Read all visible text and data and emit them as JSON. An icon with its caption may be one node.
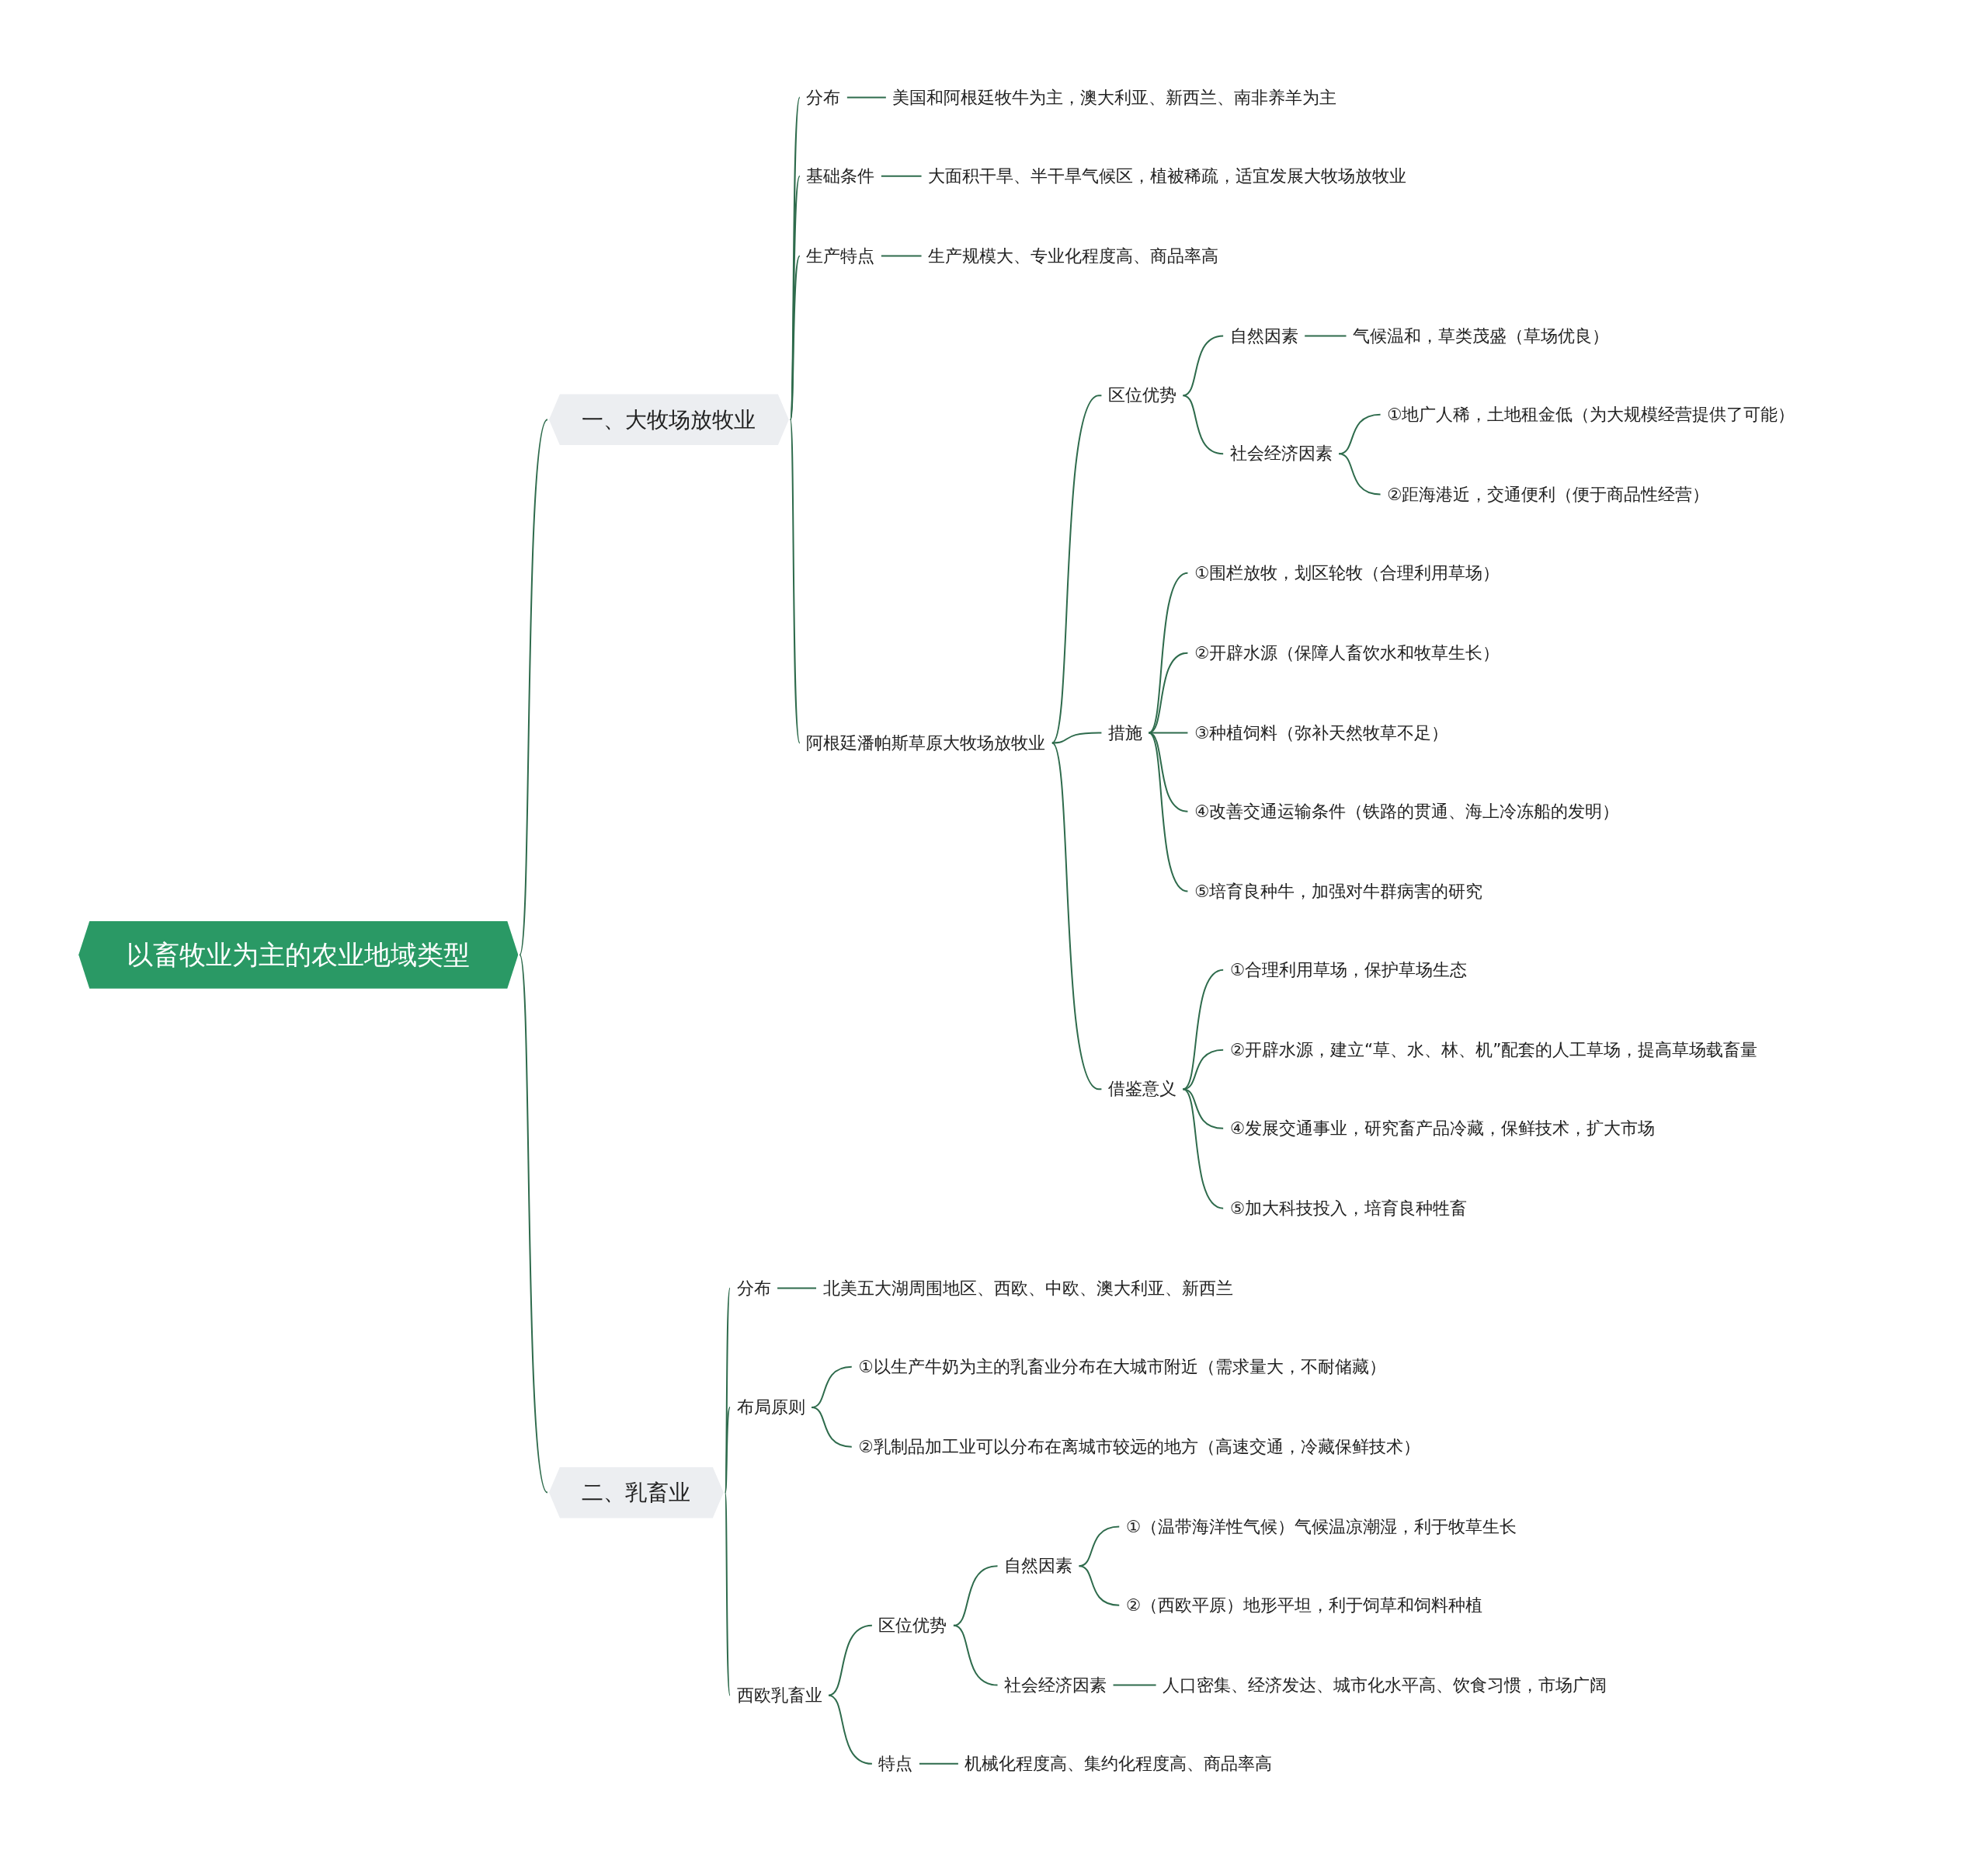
{
  "diagram": {
    "nodes": [
      {
        "text": [
          "以畜牧业为主的农业地域类型"
        ]
      },
      {
        "text": [
          "一、大牧场放牧业"
        ]
      },
      {
        "text": [
          "分布"
        ]
      },
      {
        "text": [
          "美国和阿根廷牧牛为主，澳大利亚、新西兰、南非养羊为主"
        ]
      },
      {
        "text": [
          "基础条件"
        ]
      },
      {
        "text": [
          "大面积干旱、半干旱气候区，植被稀疏，适宜发展大牧场放牧业"
        ]
      },
      {
        "text": [
          "生产特点"
        ]
      },
      {
        "text": [
          "生产规模大、专业化程度高、商品率高"
        ]
      },
      {
        "text": [
          "阿根廷潘帕斯草原大牧场放牧业"
        ]
      },
      {
        "text": [
          "区位优势"
        ]
      },
      {
        "text": [
          "自然因素"
        ]
      },
      {
        "text": [
          "气候温和，草类茂盛（草场优良）"
        ]
      },
      {
        "text": [
          "社会经济因素"
        ]
      },
      {
        "text": [
          "①地广人稀，土地租金低（为大规模经营提供了可能）"
        ]
      },
      {
        "text": [
          "②距海港近，交通便利（便于商品性经营）"
        ]
      },
      {
        "text": [
          "措施"
        ]
      },
      {
        "text": [
          "①围栏放牧，划区轮牧（合理利用草场）"
        ]
      },
      {
        "text": [
          "②开辟水源（保障人畜饮水和牧草生长）"
        ]
      },
      {
        "text": [
          "③种植饲料（弥补天然牧草不足）"
        ]
      },
      {
        "text": [
          "④改善交通运输条件（铁路的贯通、海上冷冻船的发明）"
        ]
      },
      {
        "text": [
          "⑤培育良种牛，加强对牛群病害的研究"
        ]
      },
      {
        "text": [
          "借鉴意义"
        ]
      },
      {
        "text": [
          "①合理利用草场，保护草场生态"
        ]
      },
      {
        "text": [
          "②开辟水源，建立“草、水、林、机”配套的人工草场，提高草场载畜量"
        ]
      },
      {
        "text": [
          "④发展交通事业，研究畜产品冷藏，保鲜技术，扩大市场"
        ]
      },
      {
        "text": [
          "⑤加大科技投入，培育良种牲畜"
        ]
      },
      {
        "text": [
          "二、乳畜业"
        ]
      },
      {
        "text": [
          "分布"
        ]
      },
      {
        "text": [
          "北美五大湖周围地区、西欧、中欧、澳大利亚、新西兰"
        ]
      },
      {
        "text": [
          "布局原则"
        ]
      },
      {
        "text": [
          "①以生产牛奶为主的乳畜业分布在大城市附近（需求量大，不耐储藏）"
        ]
      },
      {
        "text": [
          "②乳制品加工业可以分布在离城市较远的地方（高速交通，冷藏保鲜技术）"
        ]
      },
      {
        "text": [
          "西欧乳畜业"
        ]
      },
      {
        "text": [
          "区位优势"
        ]
      },
      {
        "text": [
          "自然因素"
        ]
      },
      {
        "text": [
          "①（温带海洋性气候）气候温凉潮湿，利于牧草生长"
        ]
      },
      {
        "text": [
          "②（西欧平原）地形平坦，利于饲草和饲料种植"
        ]
      },
      {
        "text": [
          "社会经济因素"
        ]
      },
      {
        "text": [
          "人口密集、经济发达、城市化水平高、饮食习惯，市场广阔"
        ]
      },
      {
        "text": [
          "特点"
        ]
      },
      {
        "text": [
          "机械化程度高、集约化程度高、商品率高"
        ]
      }
    ],
    "edges": [
      {
        "from": 0,
        "to": 1,
        "arrow": "none"
      },
      {
        "from": 1,
        "to": 2,
        "arrow": "none"
      },
      {
        "from": 2,
        "to": 3,
        "arrow": "none"
      },
      {
        "from": 1,
        "to": 4,
        "arrow": "none"
      },
      {
        "from": 4,
        "to": 5,
        "arrow": "none"
      },
      {
        "from": 1,
        "to": 6,
        "arrow": "none"
      },
      {
        "from": 6,
        "to": 7,
        "arrow": "none"
      },
      {
        "from": 1,
        "to": 8,
        "arrow": "none"
      },
      {
        "from": 8,
        "to": 9,
        "arrow": "none"
      },
      {
        "from": 9,
        "to": 10,
        "arrow": "none"
      },
      {
        "from": 10,
        "to": 11,
        "arrow": "none"
      },
      {
        "from": 9,
        "to": 12,
        "arrow": "none"
      },
      {
        "from": 12,
        "to": 13,
        "arrow": "none"
      },
      {
        "from": 12,
        "to": 14,
        "arrow": "none"
      },
      {
        "from": 8,
        "to": 15,
        "arrow": "none"
      },
      {
        "from": 15,
        "to": 16,
        "arrow": "none"
      },
      {
        "from": 15,
        "to": 17,
        "arrow": "none"
      },
      {
        "from": 15,
        "to": 18,
        "arrow": "none"
      },
      {
        "from": 15,
        "to": 19,
        "arrow": "none"
      },
      {
        "from": 15,
        "to": 20,
        "arrow": "none"
      },
      {
        "from": 8,
        "to": 21,
        "arrow": "none"
      },
      {
        "from": 21,
        "to": 22,
        "arrow": "none"
      },
      {
        "from": 21,
        "to": 23,
        "arrow": "none"
      },
      {
        "from": 21,
        "to": 24,
        "arrow": "none"
      },
      {
        "from": 21,
        "to": 25,
        "arrow": "none"
      },
      {
        "from": 0,
        "to": 26,
        "arrow": "none"
      },
      {
        "from": 26,
        "to": 27,
        "arrow": "none"
      },
      {
        "from": 27,
        "to": 28,
        "arrow": "none"
      },
      {
        "from": 26,
        "to": 29,
        "arrow": "none"
      },
      {
        "from": 29,
        "to": 30,
        "arrow": "none"
      },
      {
        "from": 29,
        "to": 31,
        "arrow": "none"
      },
      {
        "from": 26,
        "to": 32,
        "arrow": "none"
      },
      {
        "from": 32,
        "to": 33,
        "arrow": "none"
      },
      {
        "from": 33,
        "to": 34,
        "arrow": "none"
      },
      {
        "from": 34,
        "to": 35,
        "arrow": "none"
      },
      {
        "from": 34,
        "to": 36,
        "arrow": "none"
      },
      {
        "from": 33,
        "to": 37,
        "arrow": "none"
      },
      {
        "from": 37,
        "to": 38,
        "arrow": "none"
      },
      {
        "from": 32,
        "to": 39,
        "arrow": "none"
      },
      {
        "from": 39,
        "to": 40,
        "arrow": "none"
      }
    ]
  }
}
